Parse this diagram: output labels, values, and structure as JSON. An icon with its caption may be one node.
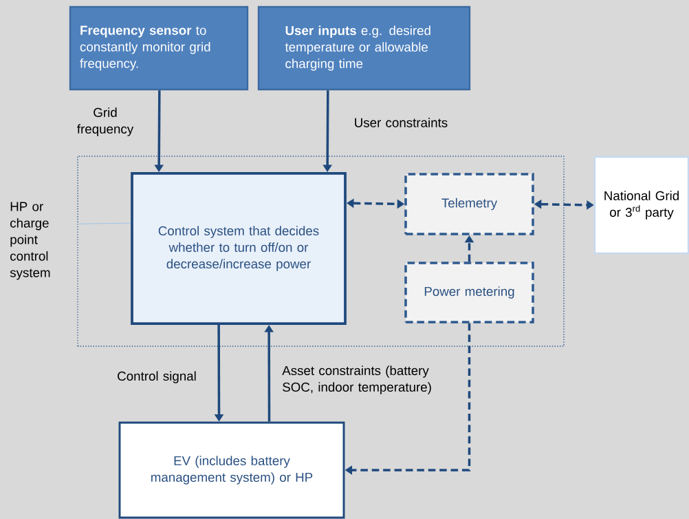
{
  "diagram": {
    "nodes": [
      {
        "text": [
          "**Frequency sensor** to constantly monitor grid frequency."
        ]
      },
      {
        "text": [
          "**User inputs** e.g. desired temperature or allowable charging time"
        ]
      },
      {
        "text": [
          "HP or charge point control system"
        ]
      },
      {
        "text": [
          "Control system that decides whether to turn off/on or decrease/increase power"
        ],
        "in": 2
      },
      {
        "text": [
          "Telemetry"
        ],
        "in": 2
      },
      {
        "text": [
          "National Grid or 3$^{rd}$ party"
        ]
      },
      {
        "text": [
          "Power metering"
        ],
        "in": 2
      },
      {
        "text": [
          "EV (includes battery management system) or HP"
        ]
      }
    ],
    "edges": [
      {
        "from": 0,
        "to": 3,
        "arrow": "to",
        "label": "Grid frequency"
      },
      {
        "from": 1,
        "to": 3,
        "arrow": "to",
        "label": "User constraints"
      },
      {
        "from": 3,
        "to": 4,
        "arrow": "both",
        "style": "dashed"
      },
      {
        "from": 4,
        "to": 5,
        "arrow": "both",
        "style": "dashed"
      },
      {
        "from": 6,
        "to": 4,
        "arrow": "to",
        "style": "dashed"
      },
      {
        "from": 3,
        "to": 7,
        "arrow": "to",
        "label": "Control signal"
      },
      {
        "from": 7,
        "to": 3,
        "arrow": "to",
        "label": "Asset constraints (battery SOC, indoor temperature)"
      },
      {
        "from": 6,
        "to": 7,
        "arrow": "to",
        "style": "dashed"
      },
      {
        "from": 2,
        "to": 3,
        "arrow": "none",
        "color": "#9dc3e6"
      }
    ]
  }
}
